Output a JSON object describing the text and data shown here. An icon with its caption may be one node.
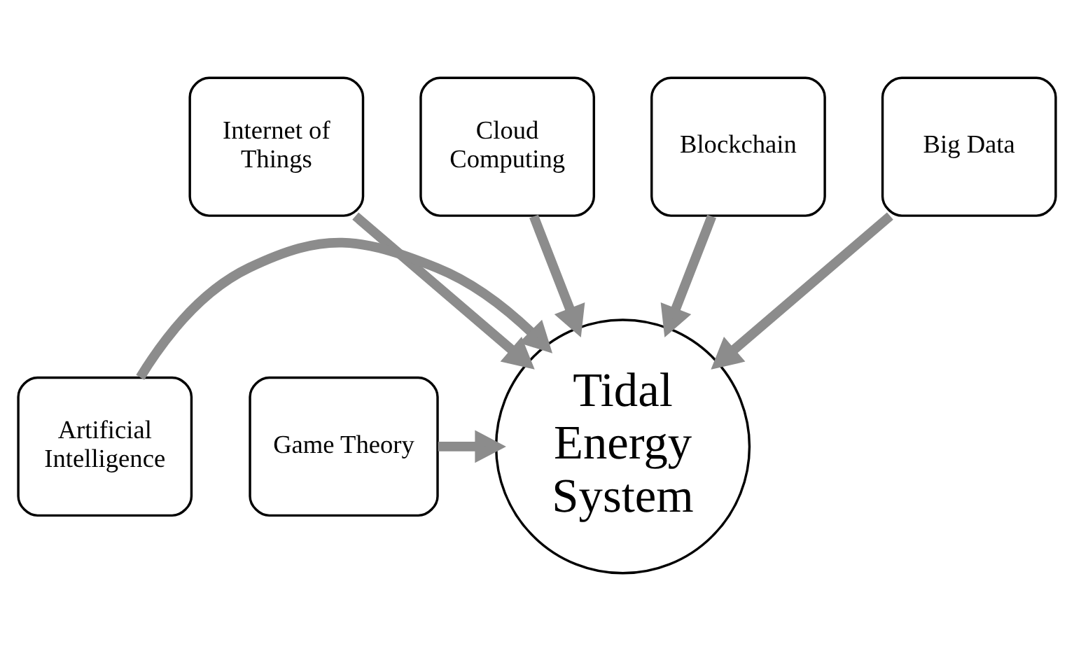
{
  "diagram": {
    "nodes": [
      {
        "text": [
          "Cloud Computing"
        ]
      },
      {
        "text": [
          "Blockchain"
        ]
      },
      {
        "text": [
          "Internet of Things"
        ]
      },
      {
        "text": [
          "Big Data"
        ]
      },
      {
        "text": [
          "Artificial Intelligence"
        ]
      },
      {
        "text": [
          "Tidal Energy System"
        ]
      },
      {
        "text": [
          "Game Theory"
        ]
      }
    ],
    "edges": [
      {
        "from": 4,
        "to": 5,
        "arrow": "to"
      },
      {
        "from": 2,
        "to": 5,
        "arrow": "to"
      },
      {
        "from": 0,
        "to": 5,
        "arrow": "to"
      },
      {
        "from": 1,
        "to": 5,
        "arrow": "to"
      },
      {
        "from": 3,
        "to": 5,
        "arrow": "to"
      },
      {
        "from": 6,
        "to": 5,
        "arrow": "to"
      }
    ]
  }
}
